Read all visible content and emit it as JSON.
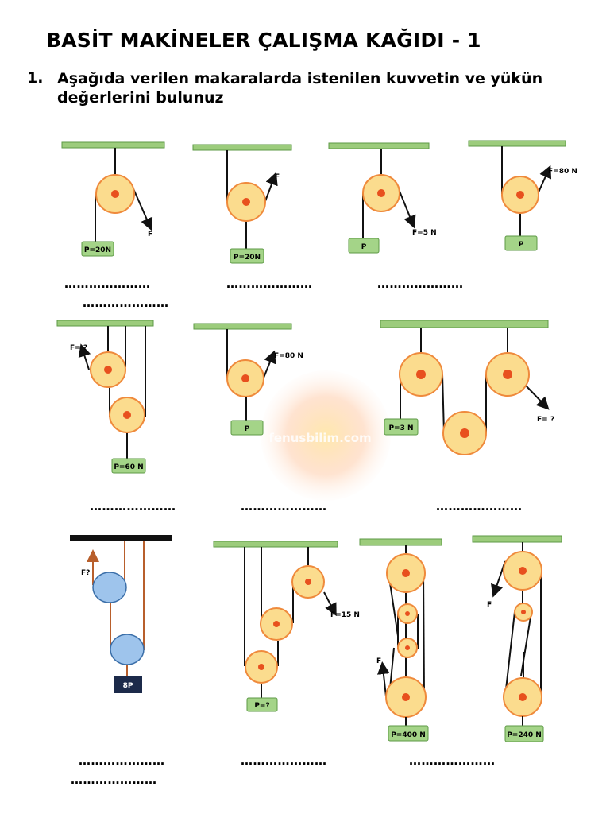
{
  "document": {
    "title": "BASİT MAKİNELER ÇALIŞMA KAĞIDI - 1",
    "question_number": "1.",
    "question_text": "Aşağıda verilen makaralarda istenilen kuvvetin ve yükün değerlerini bulunuz",
    "answer_blank": "…………………",
    "watermark": "fenusbilim.com"
  },
  "figures": {
    "fig1": {
      "load": "P=20N",
      "force": "F"
    },
    "fig2": {
      "load": "P=20N",
      "force": "F"
    },
    "fig3": {
      "load": "P",
      "force": "F=5 N"
    },
    "fig4": {
      "load": "P",
      "force": "F=80 N"
    },
    "fig5": {
      "load": "P=60 N",
      "force": "F= ?"
    },
    "fig6": {
      "load": "P",
      "force": "F=80 N"
    },
    "fig7": {
      "load": "P=3 N",
      "force": "F= ?"
    },
    "fig8": {
      "load": "8P",
      "force": "F?"
    },
    "fig9": {
      "load": "P=?",
      "force": "F=15 N"
    },
    "fig10": {
      "load": "P=400 N",
      "force": "F"
    },
    "fig11": {
      "load": "P=240 N",
      "force": "F"
    }
  },
  "colors": {
    "ceiling": "#9ccc7c",
    "ceiling_border": "#5e9a46",
    "pulley_fill": "#fbdc8e",
    "pulley_border": "#ef8a3c",
    "pulley_center": "#e8501e",
    "load_fill": "#a4d488",
    "blue_pulley": "#9ec4ec",
    "dark_block": "#1c2a4a",
    "copper_rope": "#b85f2c"
  }
}
